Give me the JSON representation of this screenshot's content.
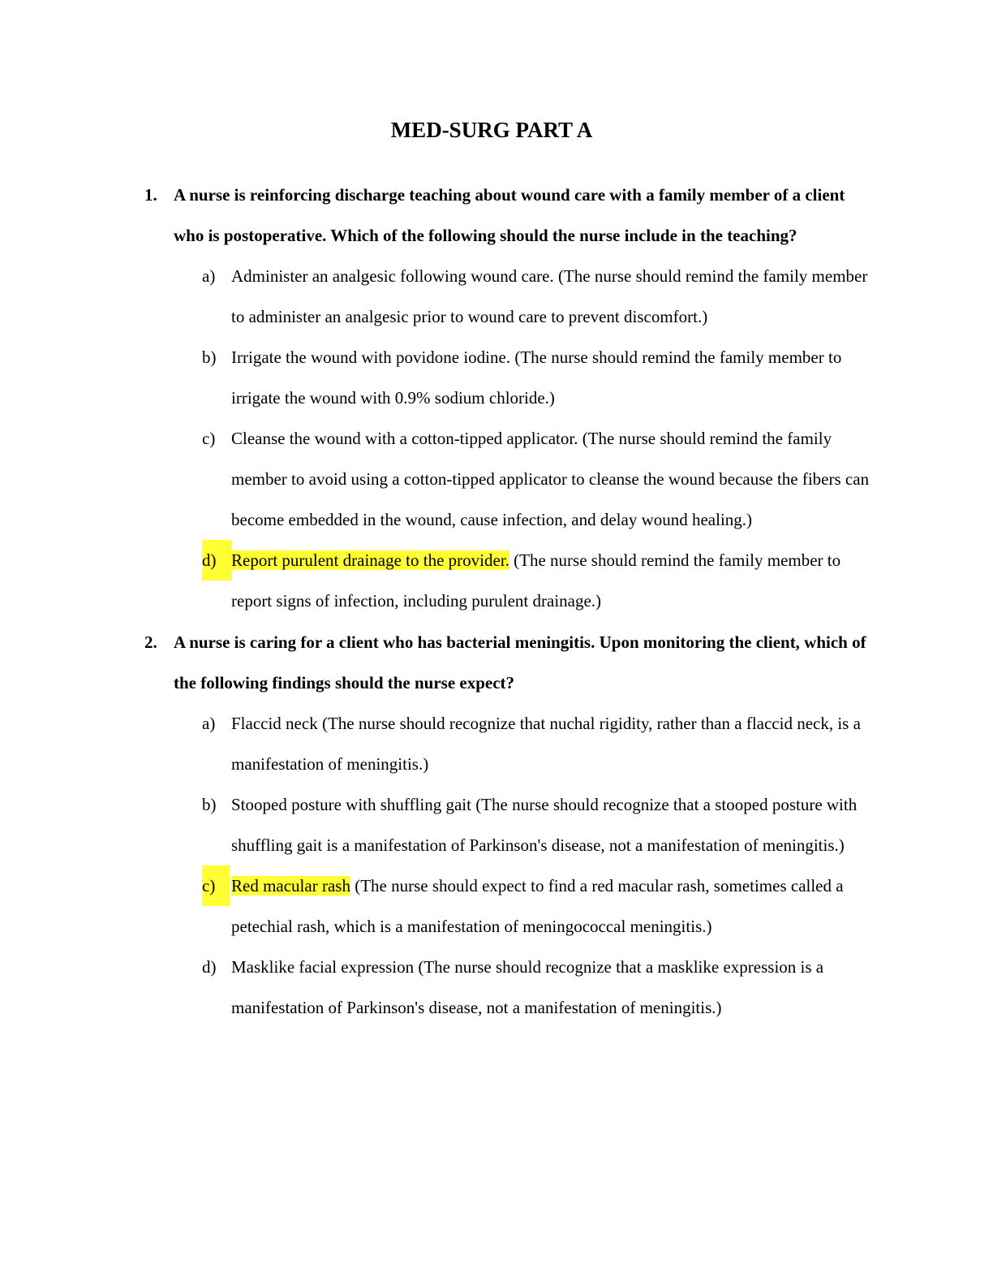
{
  "document": {
    "title": "MED-SURG PART A",
    "highlight_color": "#ffff33",
    "questions": [
      {
        "number": "1.",
        "text": "A nurse is reinforcing discharge teaching about wound care with a family member of a client who is postoperative. Which of the following should the nurse include in the teaching?",
        "options": [
          {
            "letter": "a)",
            "answer": "Administer an analgesic following wound care.",
            "rationale": "(The nurse should remind the family member to administer an analgesic prior to wound care to prevent discomfort.)",
            "correct": false
          },
          {
            "letter": "b)",
            "answer": "Irrigate the wound with povidone iodine.",
            "rationale": "(The nurse should remind the family member to irrigate the wound with 0.9% sodium chloride.)",
            "correct": false
          },
          {
            "letter": "c)",
            "answer": "Cleanse the wound with a cotton-tipped applicator.",
            "rationale": "(The nurse should remind the family member to avoid using a cotton-tipped applicator to cleanse the wound because the fibers can become embedded in the wound, cause infection, and delay wound healing.)",
            "correct": false
          },
          {
            "letter": "d)",
            "answer": "Report purulent drainage to the provider.",
            "rationale": "(The nurse should remind the family member to report signs of infection, including purulent drainage.)",
            "correct": true
          }
        ]
      },
      {
        "number": "2.",
        "text": "A nurse is caring for a client who has bacterial meningitis. Upon monitoring the client, which of the following findings should the nurse expect?",
        "options": [
          {
            "letter": "a)",
            "answer": "Flaccid neck",
            "rationale": "(The nurse should recognize that nuchal rigidity, rather than a flaccid neck, is a manifestation of meningitis.)",
            "correct": false
          },
          {
            "letter": "b)",
            "answer": "Stooped posture with shuffling gait",
            "rationale": "(The nurse should recognize that a stooped posture with shuffling gait is a manifestation of Parkinson's disease, not a manifestation of meningitis.)",
            "correct": false
          },
          {
            "letter": "c)",
            "answer": "Red macular rash",
            "rationale": "(The nurse should expect to find a red macular rash, sometimes called a petechial rash, which is a manifestation of meningococcal meningitis.)",
            "correct": true
          },
          {
            "letter": "d)",
            "answer": "Masklike facial expression",
            "rationale": "(The nurse should recognize that a masklike expression is a manifestation of Parkinson's disease, not a manifestation of meningitis.)",
            "correct": false
          }
        ]
      }
    ]
  }
}
